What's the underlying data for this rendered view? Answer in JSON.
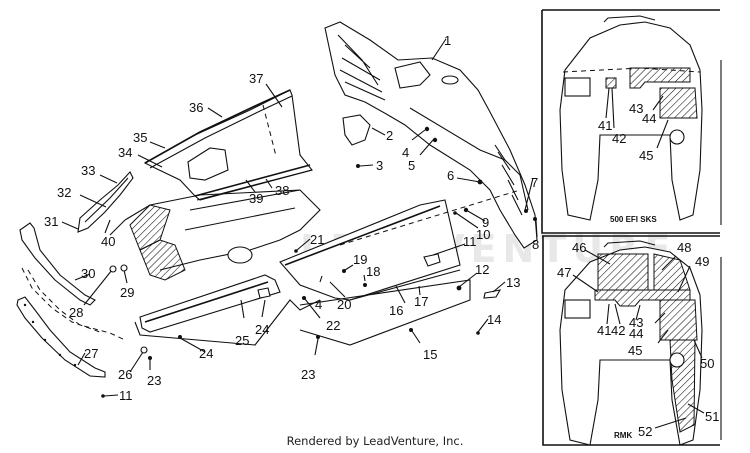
{
  "footer": {
    "text": "Rendered by LeadVenture, Inc."
  },
  "watermark": {
    "text": "LEADVENTURE"
  },
  "main_view": {
    "callouts": [
      {
        "id": "1",
        "label": "1"
      },
      {
        "id": "2",
        "label": "2"
      },
      {
        "id": "3",
        "label": "3"
      },
      {
        "id": "4a",
        "label": "4"
      },
      {
        "id": "5",
        "label": "5"
      },
      {
        "id": "6",
        "label": "6"
      },
      {
        "id": "7",
        "label": "7"
      },
      {
        "id": "8",
        "label": "8"
      },
      {
        "id": "9",
        "label": "9"
      },
      {
        "id": "10",
        "label": "10"
      },
      {
        "id": "11a",
        "label": "11"
      },
      {
        "id": "12",
        "label": "12"
      },
      {
        "id": "13",
        "label": "13"
      },
      {
        "id": "14",
        "label": "14"
      },
      {
        "id": "15",
        "label": "15"
      },
      {
        "id": "16",
        "label": "16"
      },
      {
        "id": "17",
        "label": "17"
      },
      {
        "id": "18",
        "label": "18"
      },
      {
        "id": "19",
        "label": "19"
      },
      {
        "id": "20",
        "label": "20"
      },
      {
        "id": "21",
        "label": "21"
      },
      {
        "id": "22",
        "label": "22"
      },
      {
        "id": "4b",
        "label": "4"
      },
      {
        "id": "23a",
        "label": "23"
      },
      {
        "id": "24a",
        "label": "24"
      },
      {
        "id": "25",
        "label": "25"
      },
      {
        "id": "24b",
        "label": "24"
      },
      {
        "id": "23b",
        "label": "23"
      },
      {
        "id": "26",
        "label": "26"
      },
      {
        "id": "11b",
        "label": "11"
      },
      {
        "id": "27",
        "label": "27"
      },
      {
        "id": "28",
        "label": "28"
      },
      {
        "id": "29",
        "label": "29"
      },
      {
        "id": "30",
        "label": "30"
      },
      {
        "id": "31",
        "label": "31"
      },
      {
        "id": "32",
        "label": "32"
      },
      {
        "id": "33",
        "label": "33"
      },
      {
        "id": "34",
        "label": "34"
      },
      {
        "id": "35",
        "label": "35"
      },
      {
        "id": "36",
        "label": "36"
      },
      {
        "id": "37",
        "label": "37"
      },
      {
        "id": "38",
        "label": "38"
      },
      {
        "id": "39",
        "label": "39"
      },
      {
        "id": "40",
        "label": "40"
      }
    ]
  },
  "inset_top": {
    "caption": "500 EFI SKS",
    "callouts": [
      {
        "id": "41",
        "label": "41"
      },
      {
        "id": "42",
        "label": "42"
      },
      {
        "id": "43",
        "label": "43"
      },
      {
        "id": "44",
        "label": "44"
      },
      {
        "id": "45",
        "label": "45"
      }
    ]
  },
  "inset_bottom": {
    "caption": "RMK",
    "callouts": [
      {
        "id": "46",
        "label": "46"
      },
      {
        "id": "47",
        "label": "47"
      },
      {
        "id": "48",
        "label": "48"
      },
      {
        "id": "49",
        "label": "49"
      },
      {
        "id": "41",
        "label": "41"
      },
      {
        "id": "42",
        "label": "42"
      },
      {
        "id": "43",
        "label": "43"
      },
      {
        "id": "44",
        "label": "44"
      },
      {
        "id": "45",
        "label": "45"
      },
      {
        "id": "50",
        "label": "50"
      },
      {
        "id": "51",
        "label": "51"
      },
      {
        "id": "52",
        "label": "52"
      }
    ]
  }
}
